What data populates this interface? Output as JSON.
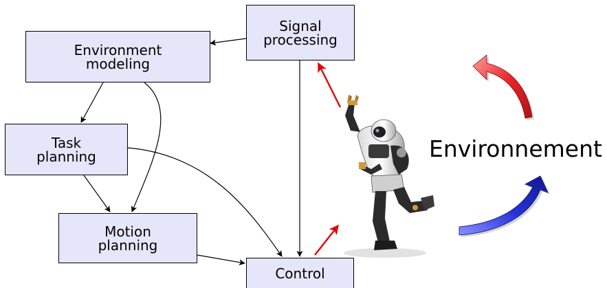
{
  "diagram": {
    "nodes": {
      "signal": {
        "lines": [
          "Signal",
          "processing"
        ]
      },
      "envmodel": {
        "lines": [
          "Environment",
          "modeling"
        ]
      },
      "task": {
        "lines": [
          "Task",
          "planning"
        ]
      },
      "motion": {
        "lines": [
          "Motion",
          "planning"
        ]
      },
      "control": {
        "lines": [
          "Control"
        ]
      }
    },
    "environment_label": "Environnement",
    "colors": {
      "box_fill": "#e6e6fa",
      "action_arrow": "#e30000",
      "arc_top": "#e8262b",
      "arc_bottom": "#2733d9"
    }
  }
}
